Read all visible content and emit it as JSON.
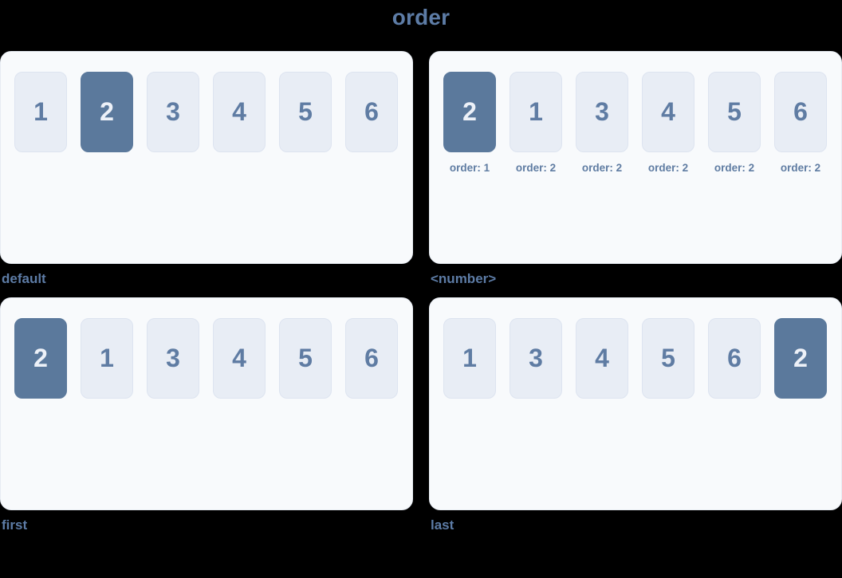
{
  "title": "order",
  "colors": {
    "background": "#000000",
    "panel_bg": "#f8fafc",
    "panel_border": "#e6ebf2",
    "box_bg": "#e8edf5",
    "box_border": "#dde4f0",
    "box_text": "#5f7ca3",
    "highlight_bg": "#5b799c",
    "highlight_text": "#edf1f8",
    "label_text": "#5d7ca6",
    "sub_label_text": "#5f7ca2"
  },
  "panels": [
    {
      "label": "default",
      "items": [
        {
          "text": "1",
          "highlight": false
        },
        {
          "text": "2",
          "highlight": true
        },
        {
          "text": "3",
          "highlight": false
        },
        {
          "text": "4",
          "highlight": false
        },
        {
          "text": "5",
          "highlight": false
        },
        {
          "text": "6",
          "highlight": false
        }
      ]
    },
    {
      "label": "<number>",
      "items": [
        {
          "text": "2",
          "highlight": true,
          "sub": "order: 1"
        },
        {
          "text": "1",
          "highlight": false,
          "sub": "order: 2"
        },
        {
          "text": "3",
          "highlight": false,
          "sub": "order: 2"
        },
        {
          "text": "4",
          "highlight": false,
          "sub": "order: 2"
        },
        {
          "text": "5",
          "highlight": false,
          "sub": "order: 2"
        },
        {
          "text": "6",
          "highlight": false,
          "sub": "order: 2"
        }
      ]
    },
    {
      "label": "first",
      "items": [
        {
          "text": "2",
          "highlight": true
        },
        {
          "text": "1",
          "highlight": false
        },
        {
          "text": "3",
          "highlight": false
        },
        {
          "text": "4",
          "highlight": false
        },
        {
          "text": "5",
          "highlight": false
        },
        {
          "text": "6",
          "highlight": false
        }
      ]
    },
    {
      "label": "last",
      "items": [
        {
          "text": "1",
          "highlight": false
        },
        {
          "text": "3",
          "highlight": false
        },
        {
          "text": "4",
          "highlight": false
        },
        {
          "text": "5",
          "highlight": false
        },
        {
          "text": "6",
          "highlight": false
        },
        {
          "text": "2",
          "highlight": true
        }
      ]
    }
  ]
}
